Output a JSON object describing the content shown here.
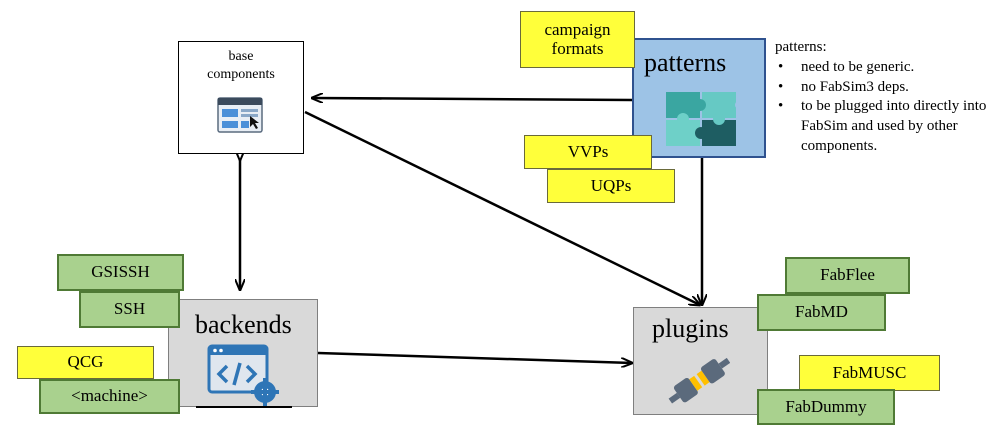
{
  "nodes": {
    "base_components": {
      "label": "base\ncomponents",
      "icon": "dashboard-icon"
    },
    "patterns": {
      "label": "patterns",
      "icon": "puzzle-icon"
    },
    "backends": {
      "label": "backends",
      "icon": "code-gear-icon"
    },
    "plugins": {
      "label": "plugins",
      "icon": "plug-icon"
    }
  },
  "tags": {
    "campaign_formats": "campaign\nformats",
    "vvps": "VVPs",
    "uqps": "UQPs",
    "gsissh": "GSISSH",
    "ssh": "SSH",
    "qcg": "QCG",
    "machine": "<machine>",
    "fabflee": "FabFlee",
    "fabmd": "FabMD",
    "fabmusc": "FabMUSC",
    "fabdummy": "FabDummy"
  },
  "notes": {
    "title": "patterns:",
    "items": [
      "need to be generic.",
      "no FabSim3 deps.",
      "to be plugged into directly into FabSim and used by other components."
    ]
  },
  "colors": {
    "yellow": "#ffff3a",
    "green": "#a9d18e",
    "green_border": "#4f7a35",
    "patterns_fill": "#9dc3e6",
    "patterns_border": "#2f528f",
    "grey_box": "#d9d9d9"
  }
}
